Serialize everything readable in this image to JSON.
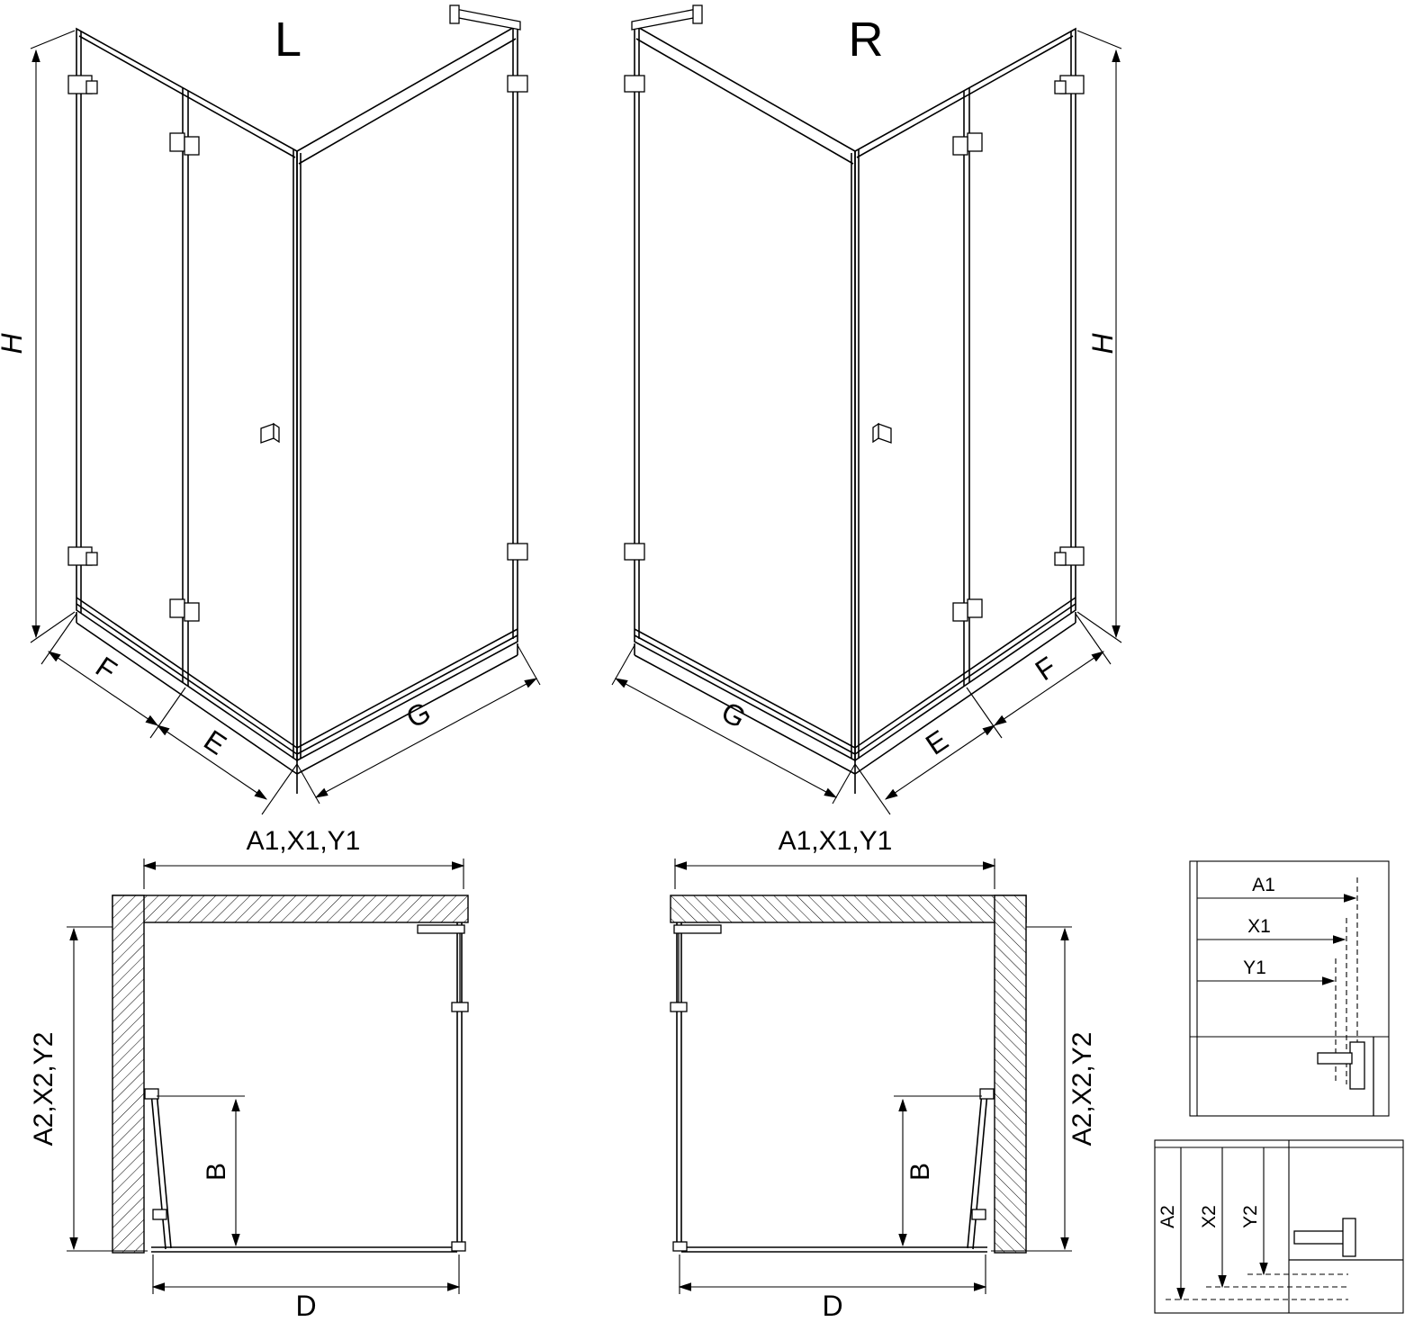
{
  "drawing": {
    "iso_left": {
      "title": "L",
      "dim_h": "H",
      "dim_f": "F",
      "dim_e": "E",
      "dim_g": "G"
    },
    "iso_right": {
      "title": "R",
      "dim_h": "H",
      "dim_f": "F",
      "dim_e": "E",
      "dim_g": "G"
    },
    "plan_left": {
      "dim_top": "A1,X1,Y1",
      "dim_side": "A2,X2,Y2",
      "dim_b": "B",
      "dim_d": "D"
    },
    "plan_right": {
      "dim_top": "A1,X1,Y1",
      "dim_side": "A2,X2,Y2",
      "dim_b": "B",
      "dim_d": "D"
    },
    "detail_horizontal": {
      "a1": "A1",
      "x1": "X1",
      "y1": "Y1"
    },
    "detail_vertical": {
      "a2": "A2",
      "x2": "X2",
      "y2": "Y2"
    }
  },
  "colors": {
    "line": "#000000",
    "background": "#ffffff"
  }
}
